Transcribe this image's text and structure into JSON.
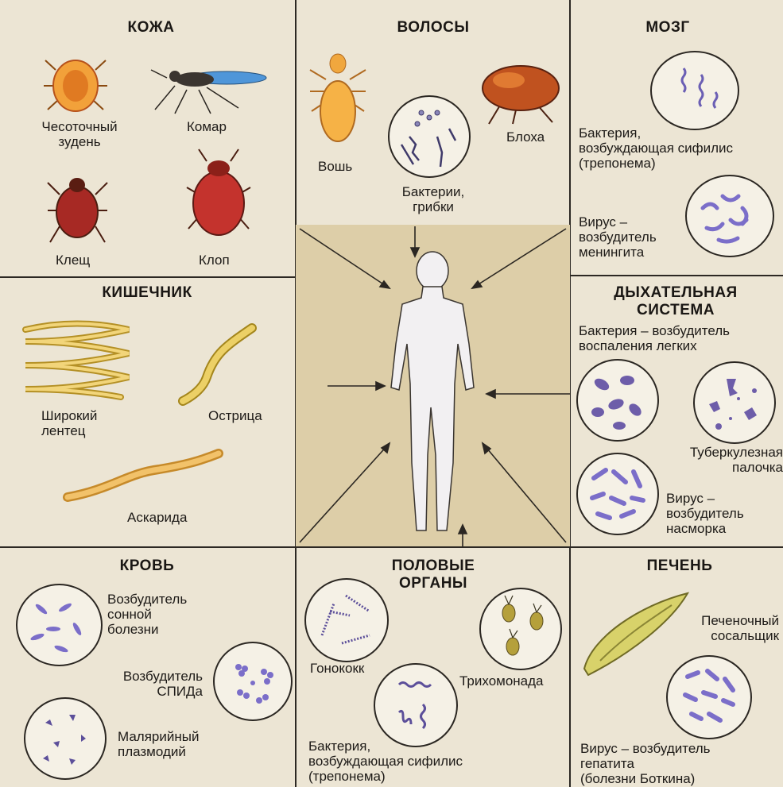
{
  "sections": {
    "skin": {
      "heading": "КОЖА",
      "organisms": [
        "Чесоточный\nзудень",
        "Комар",
        "Клещ",
        "Клоп"
      ]
    },
    "hair": {
      "heading": "ВОЛОСЫ",
      "organisms": [
        "Вошь",
        "Блоха",
        "Бактерии,\nгрибки"
      ]
    },
    "brain": {
      "heading": "МОЗГ",
      "organisms": [
        "Бактерия,\nвозбуждающая сифилис\n(трепонема)",
        "Вирус –\nвозбудитель\nменингита"
      ]
    },
    "intestine": {
      "heading": "КИШЕЧНИК",
      "organisms": [
        "Широкий\nлентец",
        "Острица",
        "Аскарида"
      ]
    },
    "respiratory": {
      "heading": "ДЫХАТЕЛЬНАЯ\nСИСТЕМА",
      "organisms": [
        "Бактерия – возбудитель\nвоспаления легких",
        "Туберкулезная\nпалочка",
        "Вирус –\nвозбудитель\nнасморка"
      ]
    },
    "blood": {
      "heading": "КРОВЬ",
      "organisms": [
        "Возбудитель\nсонной\nболезни",
        "Возбудитель\nСПИДа",
        "Малярийный\nплазмодий"
      ]
    },
    "genitals": {
      "heading": "ПОЛОВЫЕ\nОРГАНЫ",
      "organisms": [
        "Гонококк",
        "Трихомонада",
        "Бактерия,\nвозбуждающая сифилис\n(трепонема)"
      ]
    },
    "liver": {
      "heading": "ПЕЧЕНЬ",
      "organisms": [
        "Печеночный\nсосальщик",
        "Вирус – возбудитель\nгепатита\n(болезни Боткина)"
      ]
    }
  },
  "colors": {
    "page": "#ece5d4",
    "center_panel": "#ddcea8",
    "microbe": "#7b6ec9",
    "insect_red": "#c0302d",
    "insect_orange": "#e58a2c",
    "worm_yellow": "#e8c867"
  }
}
